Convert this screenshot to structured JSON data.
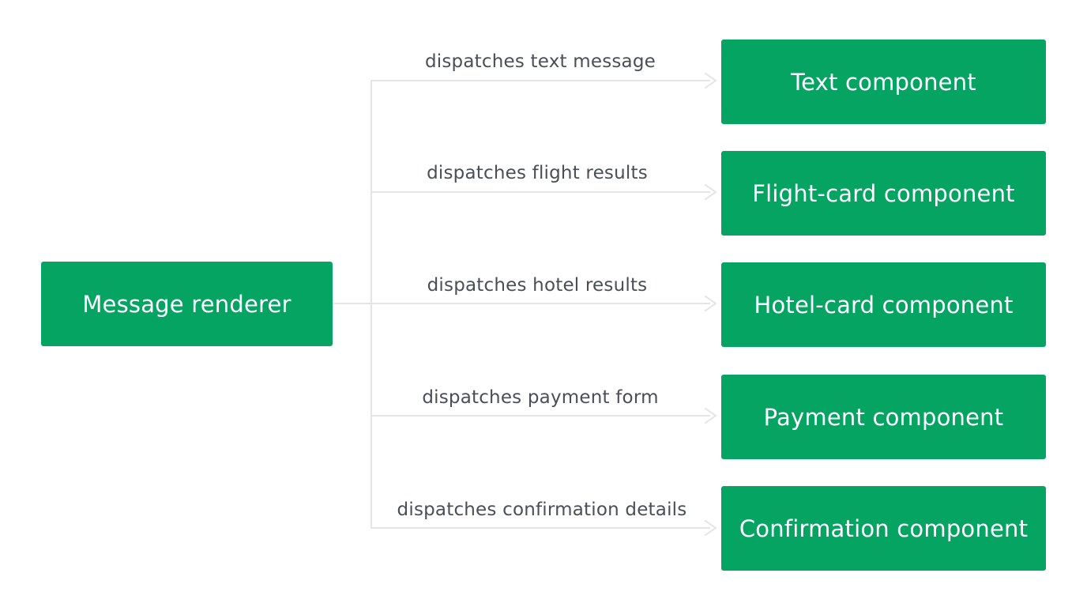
{
  "colors": {
    "node_fill": "#06a462",
    "node_text": "#ffffff",
    "connector": "#e4e5e7",
    "label_text": "#4a4f57"
  },
  "source": {
    "label": "Message renderer"
  },
  "targets": [
    {
      "label": "Text component",
      "edge_label": "dispatches text message"
    },
    {
      "label": "Flight-card component",
      "edge_label": "dispatches flight results"
    },
    {
      "label": "Hotel-card component",
      "edge_label": "dispatches hotel results"
    },
    {
      "label": "Payment component",
      "edge_label": "dispatches payment form"
    },
    {
      "label": "Confirmation component",
      "edge_label": "dispatches confirmation details"
    }
  ]
}
